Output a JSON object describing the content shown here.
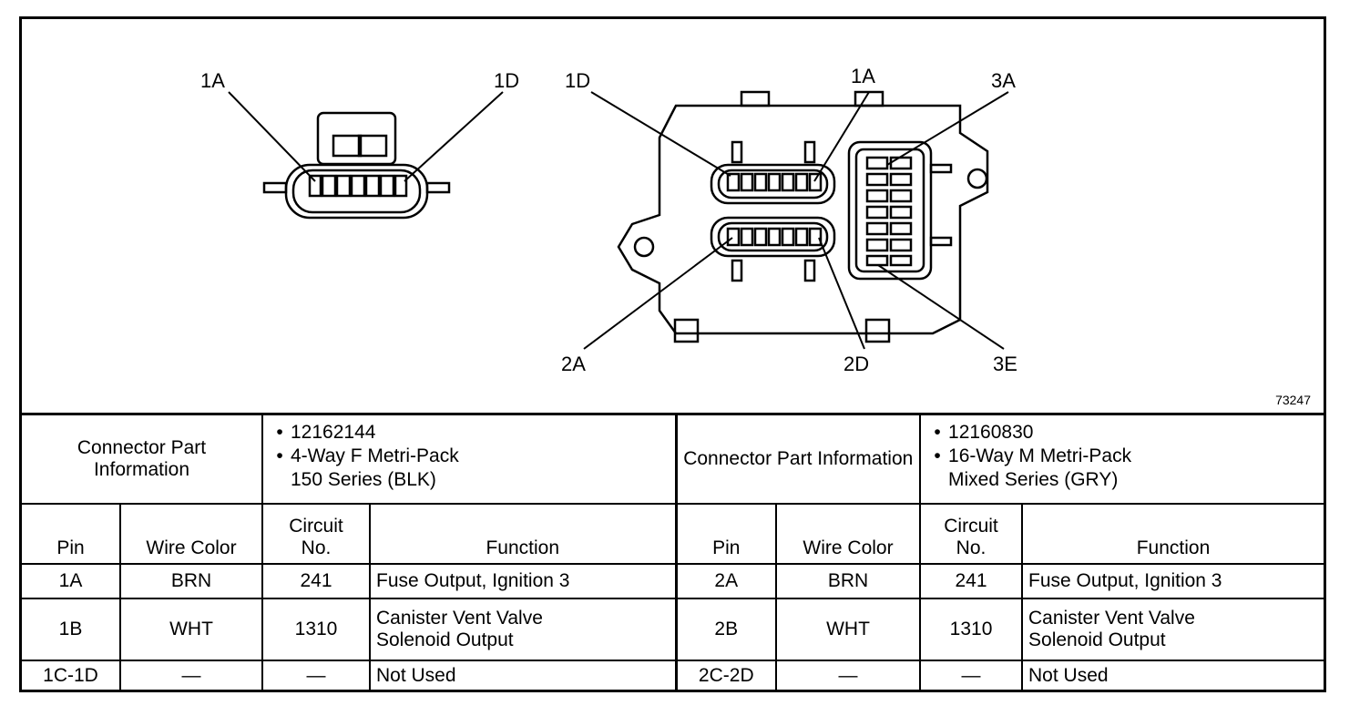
{
  "diagram": {
    "figure_number": "73247",
    "left_connector_labels": [
      "1A",
      "1D"
    ],
    "right_connector_labels": [
      "1D",
      "1A",
      "3A",
      "2A",
      "2D",
      "3E"
    ]
  },
  "table": {
    "left": {
      "part_info_label": "Connector Part Information",
      "part_number": "12162144",
      "description_line1": "4-Way F Metri-Pack",
      "description_line2": "150 Series (BLK)"
    },
    "right": {
      "part_info_label": "Connector Part Information",
      "part_number": "12160830",
      "description_line1": "16-Way M Metri-Pack",
      "description_line2": "Mixed Series (GRY)"
    },
    "headers": {
      "pin": "Pin",
      "wire_color": "Wire Color",
      "circuit_line1": "Circuit",
      "circuit_line2": "No.",
      "function": "Function"
    },
    "bullet": "•",
    "left_rows": [
      {
        "pin": "1A",
        "wire": "BRN",
        "circuit": "241",
        "function_line1": "Fuse Output, Ignition 3",
        "function_line2": ""
      },
      {
        "pin": "1B",
        "wire": "WHT",
        "circuit": "1310",
        "function_line1": "Canister Vent Valve",
        "function_line2": "Solenoid Output"
      },
      {
        "pin": "1C-1D",
        "wire": "—",
        "circuit": "—",
        "function_line1": "Not Used",
        "function_line2": ""
      }
    ],
    "right_rows": [
      {
        "pin": "2A",
        "wire": "BRN",
        "circuit": "241",
        "function_line1": "Fuse Output, Ignition 3",
        "function_line2": ""
      },
      {
        "pin": "2B",
        "wire": "WHT",
        "circuit": "1310",
        "function_line1": "Canister Vent Valve",
        "function_line2": "Solenoid Output"
      },
      {
        "pin": "2C-2D",
        "wire": "—",
        "circuit": "—",
        "function_line1": "Not Used",
        "function_line2": ""
      }
    ]
  }
}
